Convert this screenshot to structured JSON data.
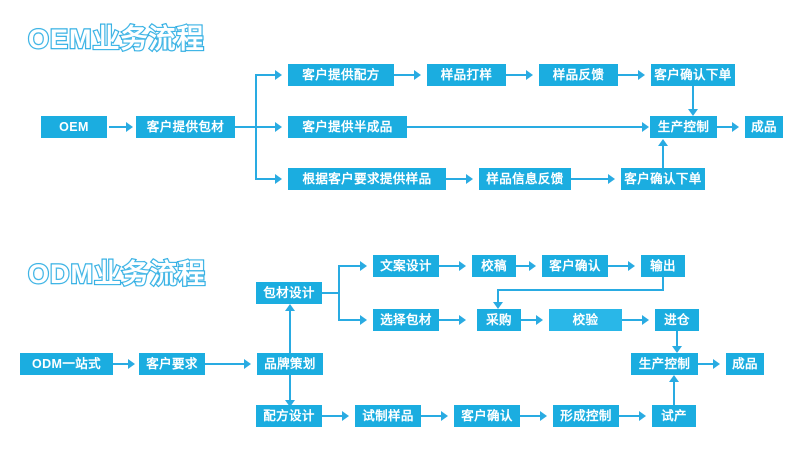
{
  "page": {
    "background_color": "#ffffff",
    "accent_color": "#1BADE0",
    "line_color": "#29ABE2",
    "box_text_color": "#ffffff"
  },
  "sections": [
    {
      "id": "oem",
      "title": "OEM业务流程",
      "nodes": {
        "start": "OEM",
        "packaging": "客户提供包材",
        "branch1_a": "客户提供配方",
        "branch1_b": "样品打样",
        "branch1_c": "样品反馈",
        "branch1_d": "客户确认下单",
        "branch2_a": "客户提供半成品",
        "branch3_a": "根据客户要求提供样品",
        "branch3_b": "样品信息反馈",
        "branch3_c": "客户确认下单",
        "production": "生产控制",
        "finished": "成品"
      }
    },
    {
      "id": "odm",
      "title": "ODM业务流程",
      "nodes": {
        "start": "ODM一站式",
        "requirement": "客户要求",
        "branding": "品牌策划",
        "pack_design": "包材设计",
        "copy_design": "文案设计",
        "proofread": "校稿",
        "confirm_top": "客户确认",
        "output": "输出",
        "select_pack": "选择包材",
        "purchase": "采购",
        "inspect": "校验",
        "warehouse": "进仓",
        "formula": "配方设计",
        "trial_sample": "试制样品",
        "confirm_bottom": "客户确认",
        "form_control": "形成控制",
        "trial_production": "试产",
        "production": "生产控制",
        "finished": "成品"
      }
    }
  ]
}
